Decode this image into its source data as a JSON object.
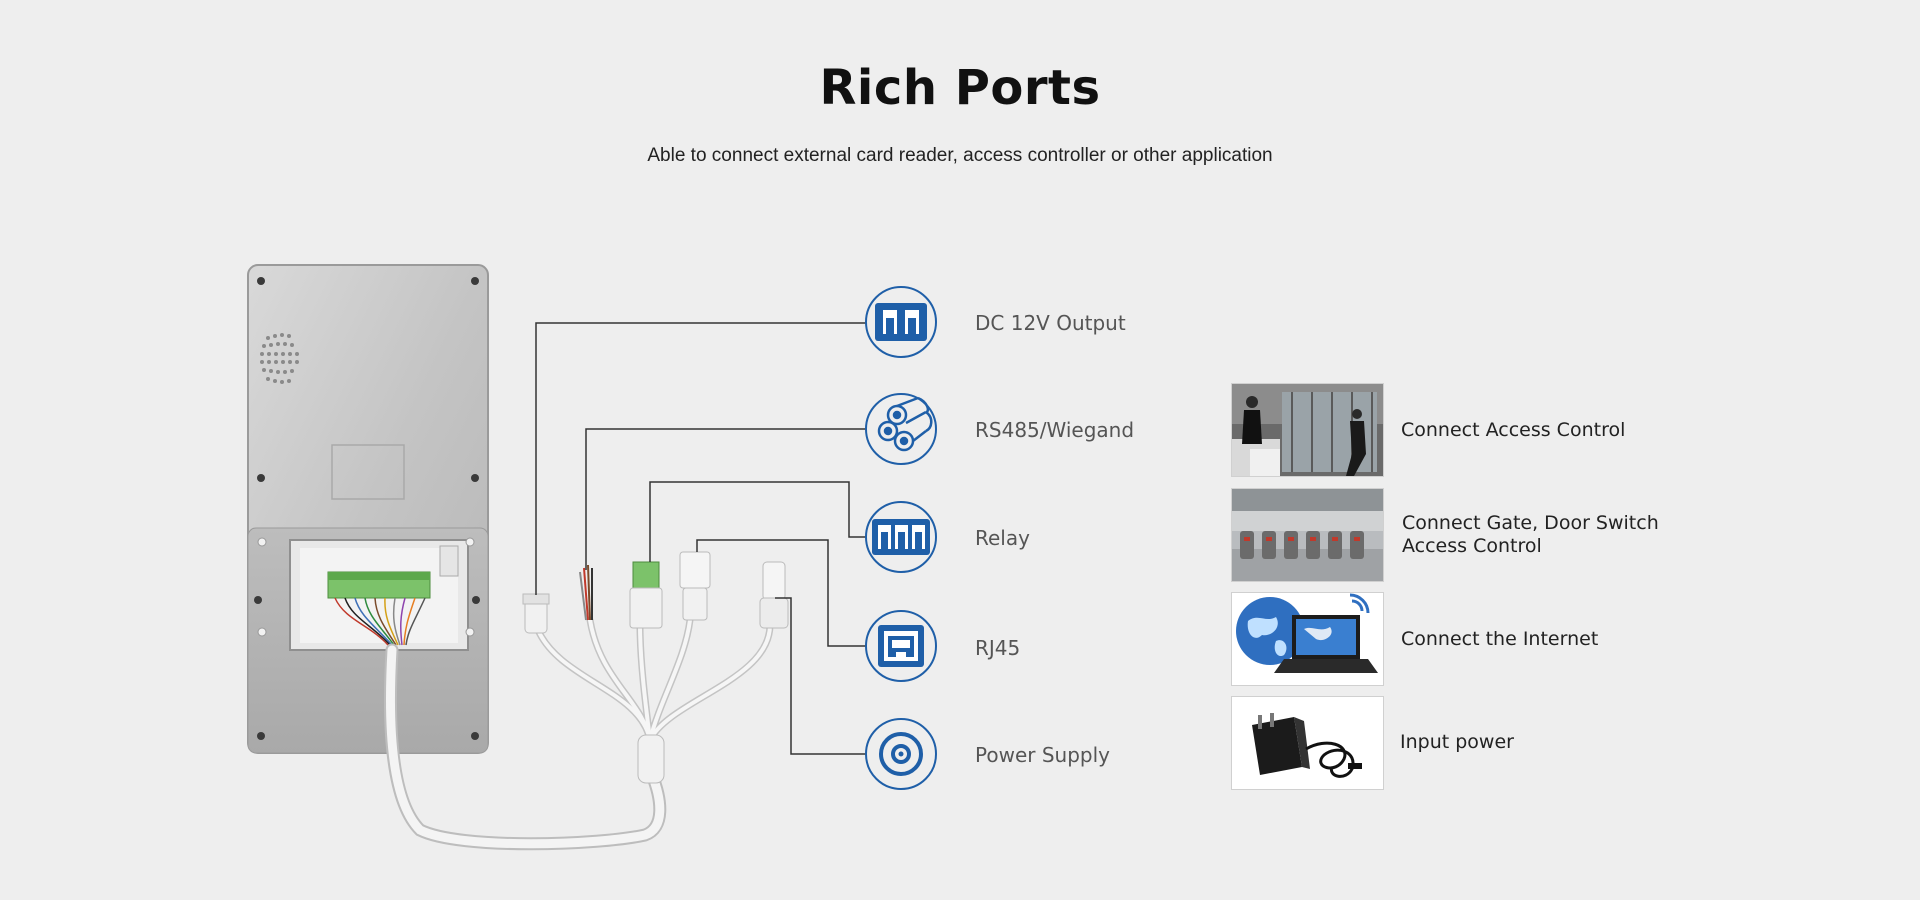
{
  "header": {
    "title": "Rich Ports",
    "subtitle": "Able to connect external card reader, access controller or other application"
  },
  "ports": [
    {
      "label": "DC 12V Output",
      "icon": "dc-output-icon"
    },
    {
      "label": "RS485/Wiegand",
      "icon": "cable-bundle-icon"
    },
    {
      "label": "Relay",
      "icon": "relay-icon"
    },
    {
      "label": "RJ45",
      "icon": "ethernet-port-icon"
    },
    {
      "label": "Power Supply",
      "icon": "power-jack-icon"
    }
  ],
  "applications": [
    {
      "label": "Connect Access Control"
    },
    {
      "label_line1": "Connect Gate, Door Switch",
      "label_line2": "Access Control"
    },
    {
      "label": "Connect the Internet"
    },
    {
      "label": "Input power"
    }
  ],
  "colors": {
    "background": "#eeeeee",
    "icon_blue": "#1f5fa8",
    "connector_line": "#333333"
  }
}
